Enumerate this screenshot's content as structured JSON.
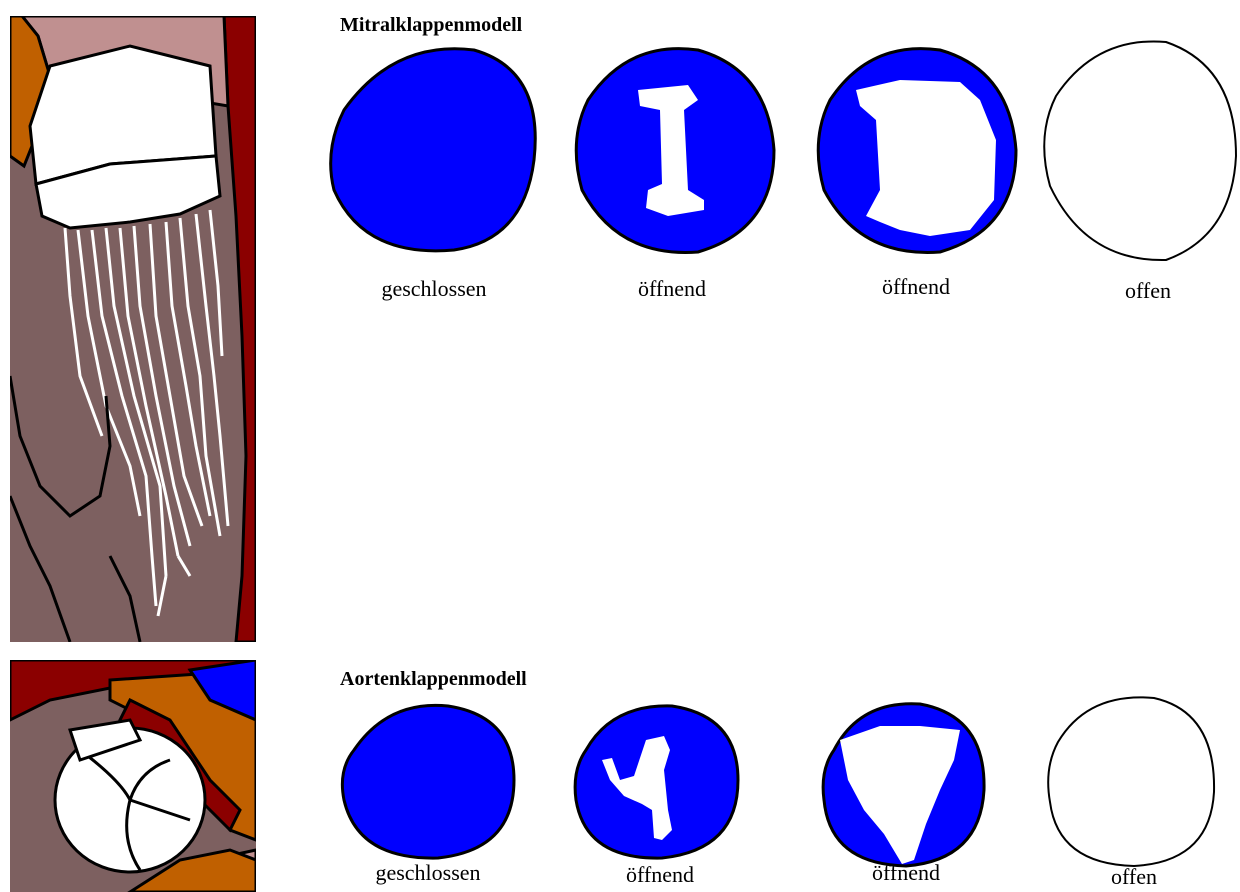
{
  "mitral": {
    "title": "Mitralklappenmodell",
    "states": [
      "geschlossen",
      "öffnend",
      "öffnend",
      "offen"
    ]
  },
  "aortic": {
    "title": "Aortenklappenmodell",
    "states": [
      "geschlossen",
      "öffnend",
      "öffnend",
      "offen"
    ]
  },
  "colors": {
    "leaflet_blue": "#0000ff",
    "tissue_brown": "#7d6060",
    "myocardium_dark_red": "#8b0000",
    "fat_orange": "#c06000",
    "pink": "#c09090",
    "outline": "#000000",
    "valve_white": "#ffffff"
  }
}
